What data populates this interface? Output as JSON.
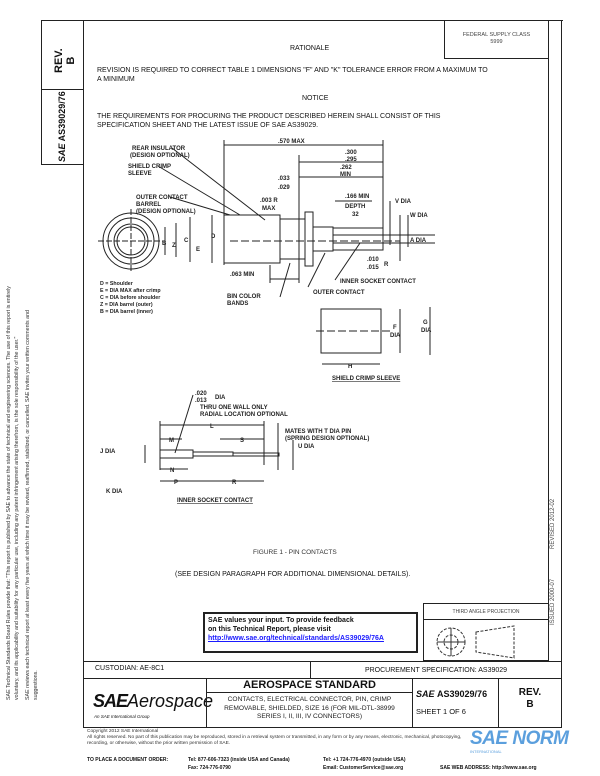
{
  "side_strip": {
    "rev_label": "REV.",
    "rev_value": "B",
    "doc_number": "AS39029/76",
    "disclaimer_1": "SAE Technical Standards Board Rules provide that: \"This report is published by SAE to advance the state of technical and engineering sciences. The use of this report is entirely",
    "disclaimer_2": "voluntary, and its applicability and suitability for any particular use, including any patent infringement arising therefrom, is the sole responsibility of the user.\"",
    "disclaimer_3": "SAE reviews each technical report at least every five years at which time it may be revised, reaffirmed, stabilized, or cancelled. SAE invites your written comments and",
    "disclaimer_4": "suggestions."
  },
  "fsc": {
    "label": "FEDERAL SUPPLY CLASS",
    "value": "5999"
  },
  "rationale": {
    "heading": "RATIONALE",
    "text_1": "REVISION IS REQUIRED TO CORRECT TABLE 1 DIMENSIONS \"F\" AND \"K\" TOLERANCE ERROR FROM A MAXIMUM TO",
    "text_2": "A MINIMUM"
  },
  "notice": {
    "heading": "NOTICE",
    "text_1": "THE REQUIREMENTS FOR PROCURING THE PRODUCT DESCRIBED HEREIN SHALL CONSIST OF THIS",
    "text_2": "SPECIFICATION SHEET AND THE LATEST ISSUE OF SAE AS39029."
  },
  "drawing": {
    "labels": {
      "max570": ".570 MAX",
      "d300": ".300",
      "d295": ".295",
      "d262": ".262",
      "min": "MIN",
      "d033": ".033",
      "d029": ".029",
      "r003": ".003 R",
      "max": "MAX",
      "d166": ".166 MIN",
      "depth": "DEPTH",
      "d32": "32",
      "v_dia": "V DIA",
      "w_dia": "W DIA",
      "a_dia": "A DIA",
      "rear_insulator": "REAR INSULATOR",
      "design_optional": "(DESIGN OPTIONAL)",
      "shield_crimp": "SHIELD CRIMP",
      "sleeve": "SLEEVE",
      "outer_contact_barrel": "OUTER CONTACT",
      "barrel": "BARREL",
      "design_optional_2": "(DESIGN OPTIONAL)",
      "d063": ".063 MIN",
      "bin_color": "BIN COLOR",
      "bands": "BANDS",
      "outer_contact": "OUTER CONTACT",
      "inner_socket": "INNER SOCKET CONTACT",
      "r010": ".010",
      "r015": ".015",
      "r": "R",
      "letter_b": "B",
      "letter_z": "Z",
      "letter_c": "C",
      "letter_e": "E",
      "letter_d": "D",
      "letter_f": "F",
      "letter_g": "G",
      "dia": "DIA",
      "letter_h": "H",
      "shield_crimp_sleeve": "SHIELD CRIMP SLEEVE",
      "d020": ".020",
      "d013": ".013",
      "thru": "THRU ONE WALL ONLY",
      "radial": "RADIAL LOCATION OPTIONAL",
      "mates": "MATES WITH T DIA PIN",
      "spring": "(SPRING DESIGN OPTIONAL)",
      "u_dia": "U DIA",
      "j_dia": "J DIA",
      "k_dia": "K DIA",
      "letter_l": "L",
      "letter_m": "M",
      "letter_s": "S",
      "letter_n": "N",
      "letter_p": "P",
      "letter_r": "R",
      "inner_socket_title": "INNER SOCKET CONTACT"
    },
    "legend": [
      "D = Shoulder",
      "E = DIA MAX after crimp",
      "C = DIA before shoulder",
      "Z = DIA barrel (outer)",
      "B = DIA barrel (inner)"
    ],
    "caption": "FIGURE 1 - PIN CONTACTS",
    "note": "(SEE DESIGN PARAGRAPH FOR ADDITIONAL DIMENSIONAL DETAILS)."
  },
  "feedback": {
    "line_1": "SAE values your input. To provide feedback",
    "line_2": "on this Technical Report, please visit",
    "link": "http://www.sae.org/technical/standards/AS39029/76A"
  },
  "third_angle": "THIRD ANGLE PROJECTION",
  "dates": {
    "issued": "ISSUED 2000-07",
    "revised": "REVISED 2012-02"
  },
  "custodian": "CUSTODIAN: AE-8C1",
  "procurement": "PROCUREMENT SPECIFICATION: AS39029",
  "title_block": {
    "logo_sae": "SAE",
    "logo_aerospace": "Aerospace",
    "logo_sub": "An SAE International Group",
    "heading": "AEROSPACE STANDARD",
    "title_1": "CONTACTS, ELECTRICAL CONNECTOR, PIN, CRIMP",
    "title_2": "REMOVABLE, SHIELDED, SIZE 16 (FOR MIL-DTL-38999",
    "title_3": "SERIES I, II, III, IV CONNECTORS)",
    "sae_mark": "SAE",
    "doc_number": "AS39029/76",
    "sheet": "SHEET 1 OF 6",
    "rev_label": "REV.",
    "rev_value": "B"
  },
  "footer": {
    "copyright": "Copyright 2012 SAE International",
    "rights_1": "All rights reserved. No part of this publication may be reproduced, stored in a retrieval system or transmitted, in any form or by any means, electronic, mechanical, photocopying,",
    "rights_2": "recording, or otherwise, without the prior written permission of SAE.",
    "order": "TO PLACE A DOCUMENT ORDER:",
    "tel_us": "Tel: 877-606-7323 (inside USA and Canada)",
    "fax": "Fax: 724-776-0790",
    "tel_intl": "Tel: +1 724-776-4970 (outside USA)",
    "email": "Email: CustomerService@sae.org",
    "web": "SAE WEB ADDRESS: http://www.sae.org"
  },
  "watermark": {
    "text": "SAE NORM",
    "sub": "INTERNATIONAL"
  },
  "colors": {
    "link": "#1a1aff",
    "watermark": "#3f8fd8"
  }
}
